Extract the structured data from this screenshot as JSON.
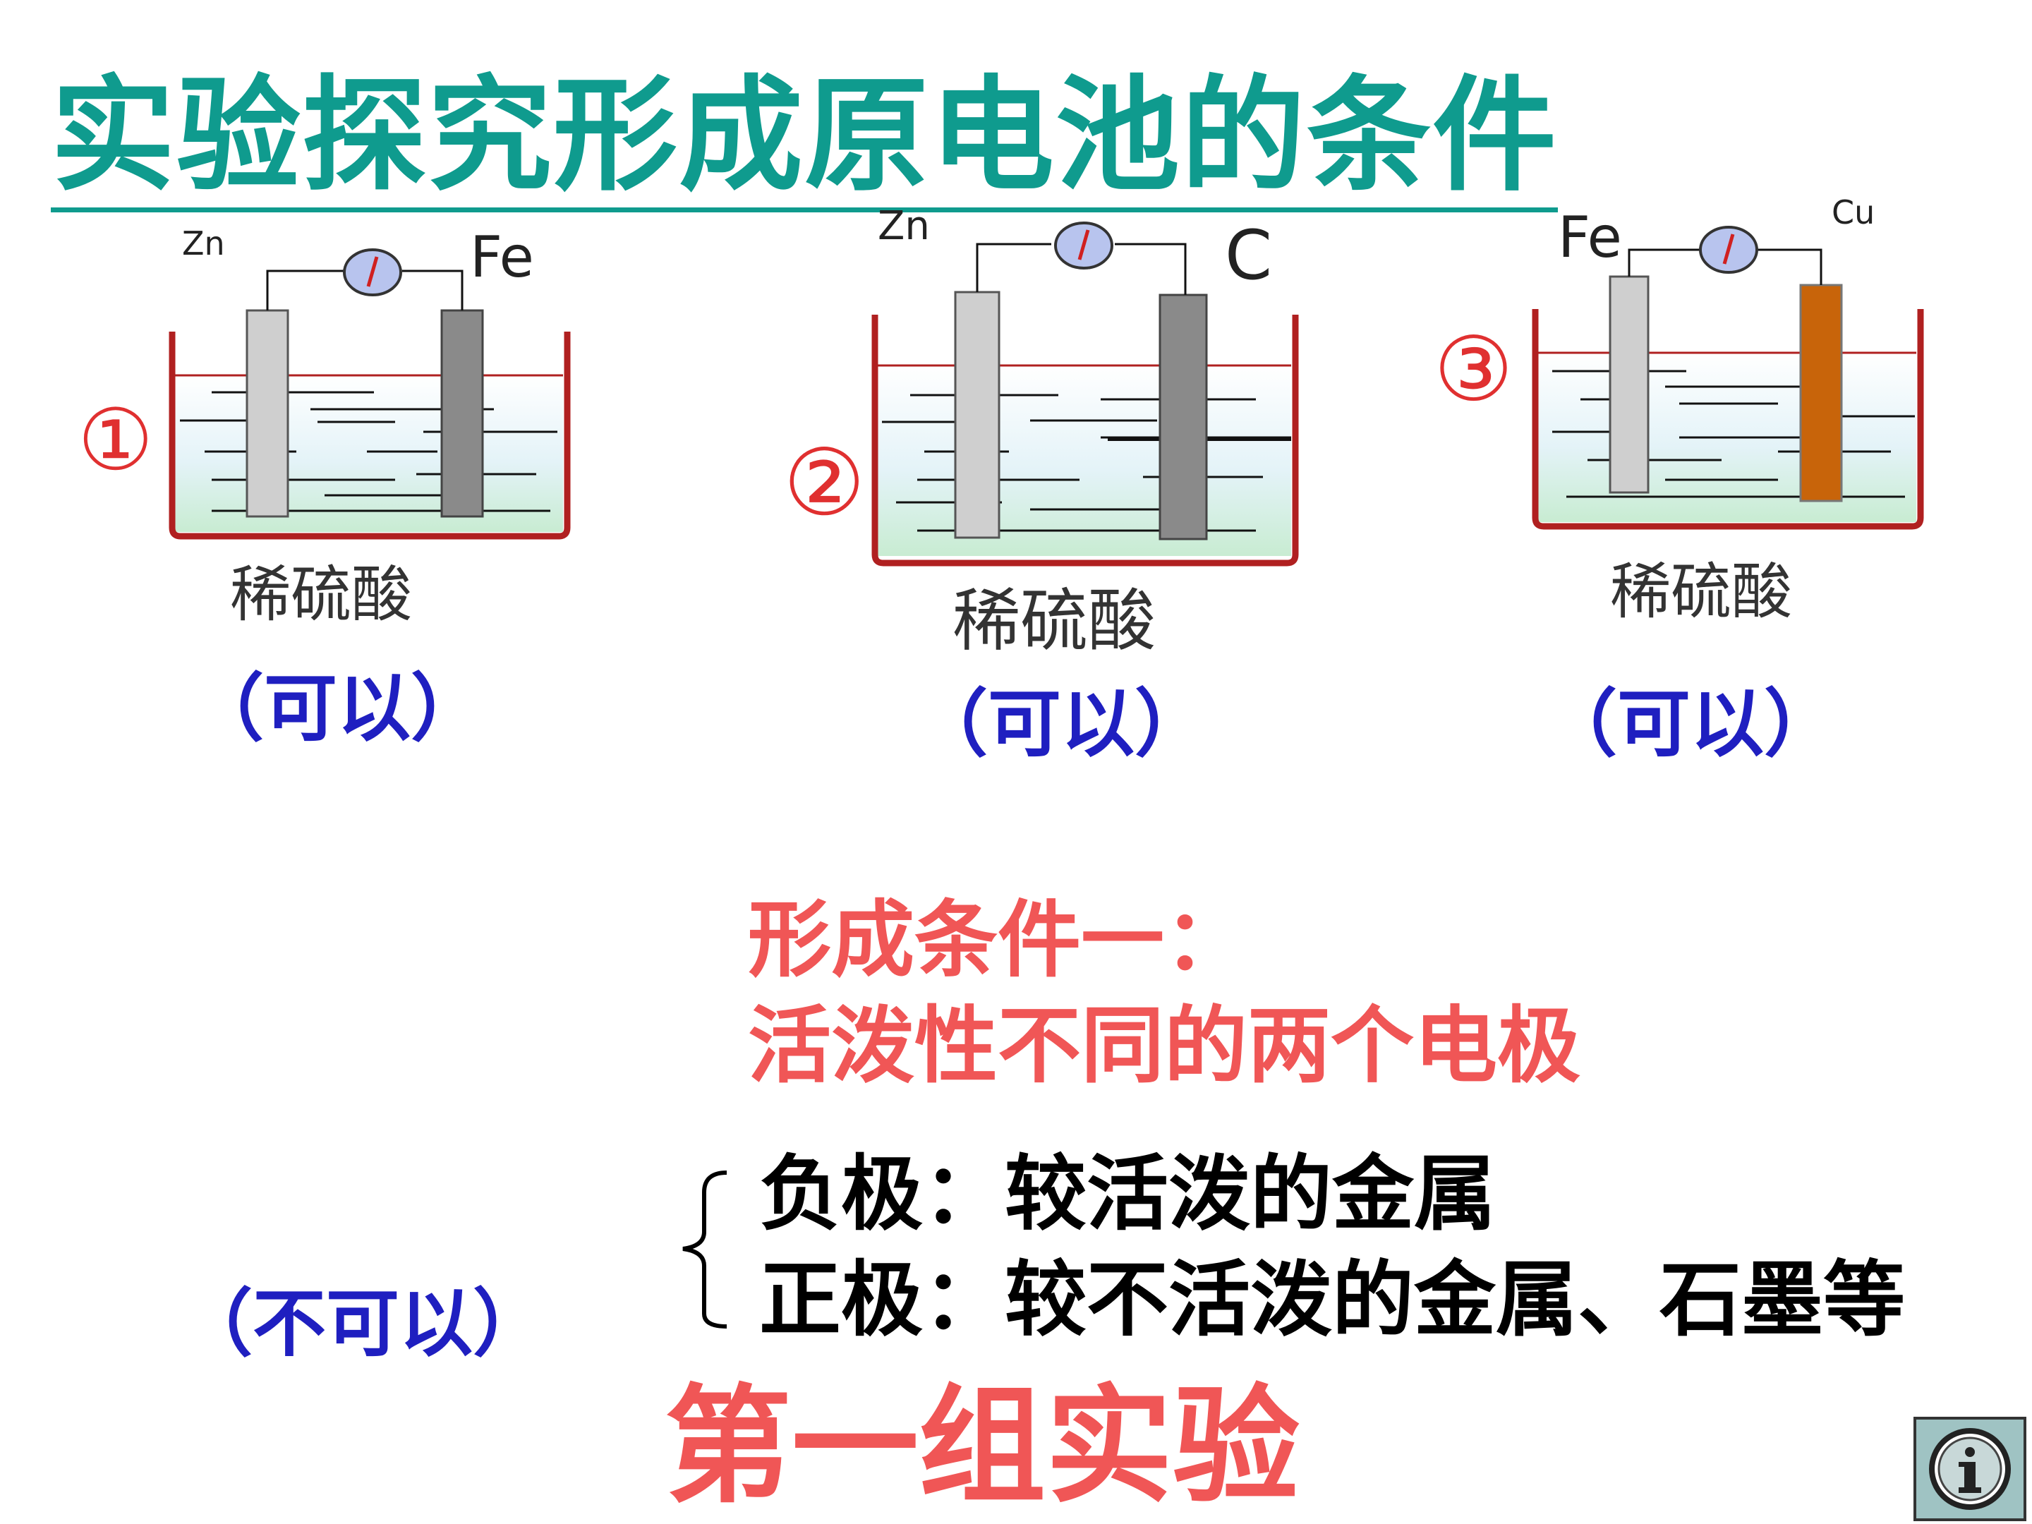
{
  "title": "实验探究形成原电池的条件",
  "experiments": [
    {
      "number": "①",
      "left_electrode": "Zn",
      "right_electrode": "Fe",
      "solution": "稀硫酸",
      "result": "（可以）"
    },
    {
      "number": "②",
      "left_electrode": "Zn",
      "right_electrode": "C",
      "solution": "稀硫酸",
      "result": "（可以）"
    },
    {
      "number": "③",
      "left_electrode": "Fe",
      "right_electrode": "Cu",
      "solution": "稀硫酸",
      "result": "（可以）"
    }
  ],
  "hidden_result": "（不可以）",
  "condition": {
    "heading": "形成条件一：",
    "text": "活泼性不同的两个电极"
  },
  "electrodes": {
    "negative": "负极：较活泼的金属",
    "positive": "正极：较不活泼的金属、石墨等"
  },
  "group_label": "第一组实验",
  "colors": {
    "title": "#0f9b8e",
    "result": "#1f1fc0",
    "condition": "#f05656",
    "beaker": "#b02020",
    "copper": "#c8640a"
  },
  "icons": {
    "info_button": "info-icon"
  }
}
